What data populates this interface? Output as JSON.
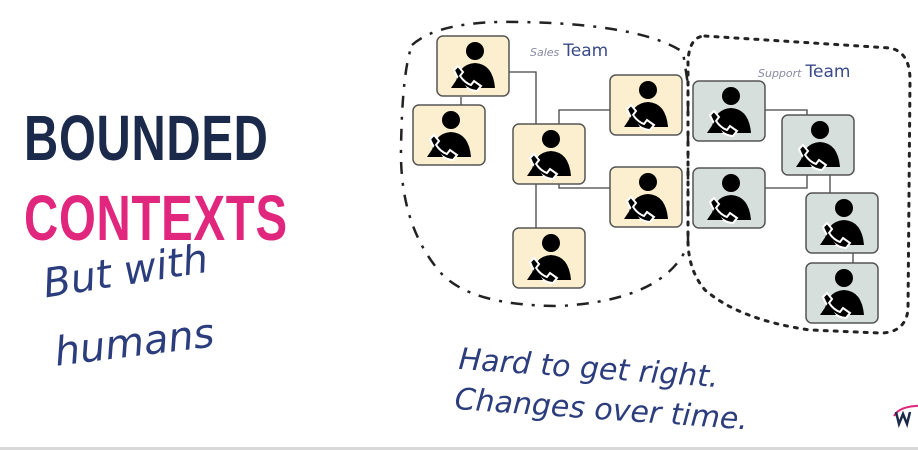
{
  "slide": {
    "title_line1": "BOUNDED",
    "title_line2": "CONTEXTS",
    "subtitle_line1": "But with",
    "subtitle_line2": "humans",
    "caption_line1": "Hard to get right.",
    "caption_line2": "Changes over time."
  },
  "diagram": {
    "sales_label_small": "Sales",
    "sales_label_big": "Team",
    "support_label_small": "Support",
    "support_label_big": "Team",
    "sales_color": "#fbefcf",
    "support_color": "#d6dfdc",
    "node_icon": "person-phone-icon"
  },
  "colors": {
    "title_dark": "#1b2a4a",
    "title_pink": "#e0267d",
    "handwriting": "#2c3d7e"
  }
}
